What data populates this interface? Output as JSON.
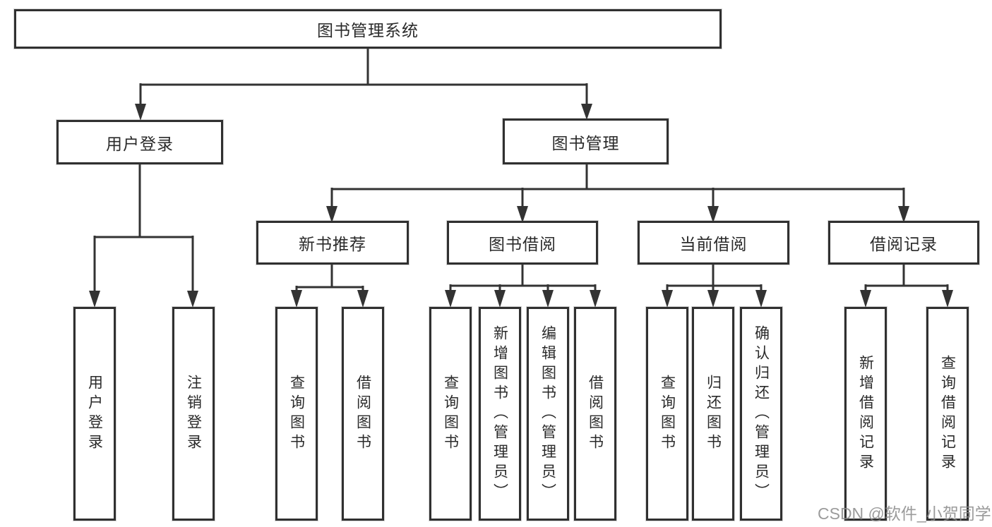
{
  "tree": {
    "root": {
      "label": "图书管理系统"
    },
    "branches": [
      {
        "label": "用户登录",
        "children": [
          {
            "label": "用户登录"
          },
          {
            "label": "注销登录"
          }
        ]
      },
      {
        "label": "图书管理",
        "sections": [
          {
            "label": "新书推荐",
            "children": [
              {
                "label": "查询图书"
              },
              {
                "label": "借阅图书"
              }
            ]
          },
          {
            "label": "图书借阅",
            "children": [
              {
                "label": "查询图书"
              },
              {
                "label": "新增图书（管理员）"
              },
              {
                "label": "编辑图书（管理员）"
              },
              {
                "label": "借阅图书"
              }
            ]
          },
          {
            "label": "当前借阅",
            "children": [
              {
                "label": "查询图书"
              },
              {
                "label": "归还图书"
              },
              {
                "label": "确认归还（管理员）"
              }
            ]
          },
          {
            "label": "借阅记录",
            "children": [
              {
                "label": "新增借阅记录"
              },
              {
                "label": "查询借阅记录"
              }
            ]
          }
        ]
      }
    ]
  },
  "watermark": {
    "text": "CSDN @软件_小贺同学"
  },
  "colors": {
    "line": "#333333",
    "box_border": "#303030",
    "text": "#2a2a2a",
    "watermark": "#8a8a8a",
    "background": "#ffffff"
  }
}
